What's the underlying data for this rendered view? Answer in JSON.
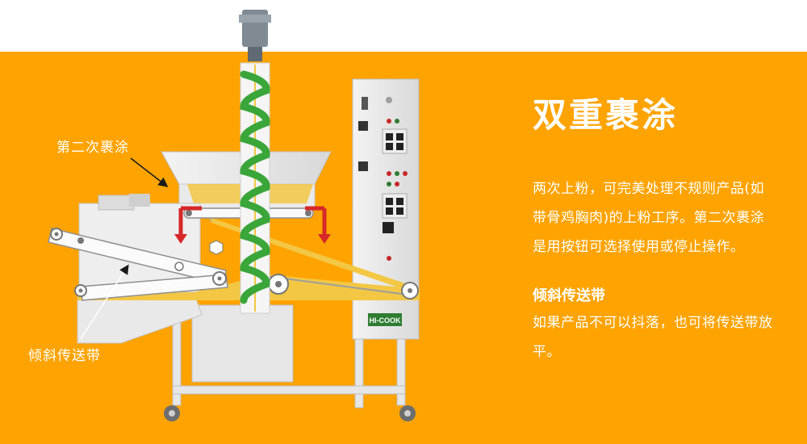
{
  "title": "双重裹涂",
  "description": "两次上粉，可完美处理不规则产品(如带骨鸡胸肉)的上粉工序。第二次裹涂是用按钮可选择使用或停止操作。",
  "subheading": "倾斜传送带",
  "subdescription": "如果产品不可以抖落，也可将传送带放平。",
  "callouts": {
    "second_coating": "第二次裹涂",
    "inclined_conveyor": "倾斜传送带"
  },
  "machine": {
    "brand_label": "HI-COOK"
  },
  "colors": {
    "accent": "#ffa300",
    "arrow_red": "#d62828",
    "auger_green": "#3aa63a",
    "flour_yellow": "#f3c743"
  }
}
